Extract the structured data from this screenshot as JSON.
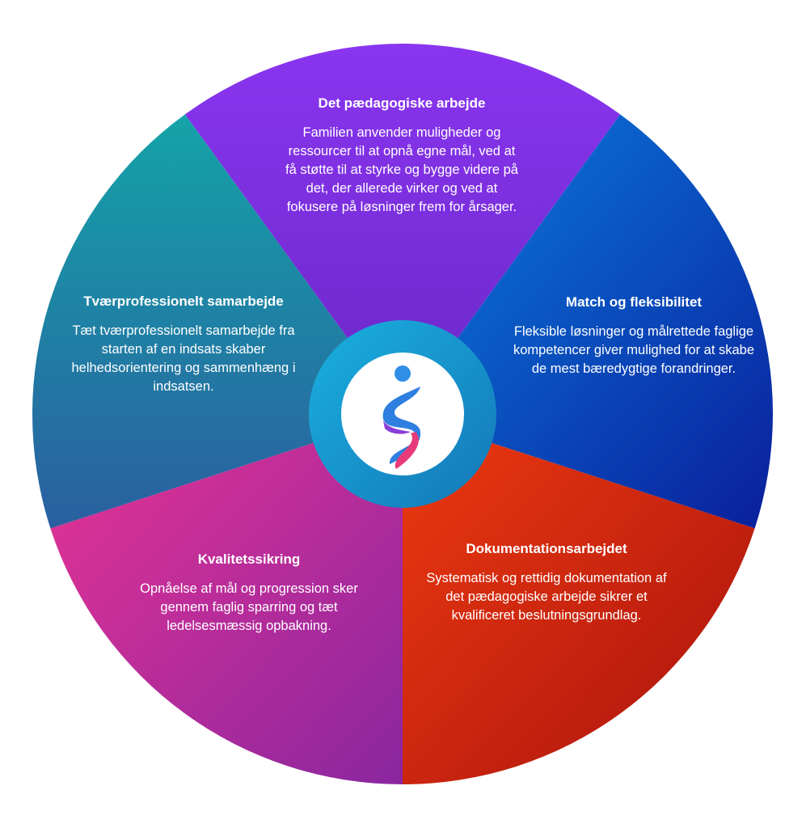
{
  "segments": {
    "top": {
      "title": "Det pædagogiske arbejde",
      "body": "Familien anvender muligheder og ressourcer til at opnå egne mål, ved at få støtte til at styrke og bygge videre på det, der allerede virker og ved at fokusere på løsninger frem for årsager.",
      "color_start": "#8a35f0",
      "color_end": "#6a28c8"
    },
    "right": {
      "title": "Match og fleksibilitet",
      "body": "Fleksible løsninger og målrettede faglige kompetencer giver mulighed for at skabe de mest bæredygtige forandringer.",
      "color_start": "#0b7fe0",
      "color_end": "#0a1f9c"
    },
    "bottom_right": {
      "title": "Dokumentationsarbejdet",
      "body": "Systematisk og rettidig dokumentation af det pædagogiske arbejde sikrer et kvalificeret beslutningsgrundlag.",
      "color_start": "#ee3a10",
      "color_end": "#a8120e"
    },
    "bottom_left": {
      "title": "Kvalitetssikring",
      "body": "Opnåelse af mål og progression sker gennem faglig sparring og tæt ledelsesmæssig opbakning.",
      "color_start": "#e83393",
      "color_end": "#8a26a0"
    },
    "left": {
      "title": "Tværprofessionelt samarbejde",
      "body": "Tæt tværprofessionelt samarbejde fra starten af en indsats skaber helhedsorientering og sammenhæng i indsatsen.",
      "color_start": "#14a3a8",
      "color_end": "#2a5fa0"
    }
  },
  "center": {
    "logo_icon": "figure-swirl-logo-icon",
    "ring_color": "#1a9ad6",
    "logo_blue": "#2f7fe0",
    "logo_pink": "#e83a7a"
  }
}
